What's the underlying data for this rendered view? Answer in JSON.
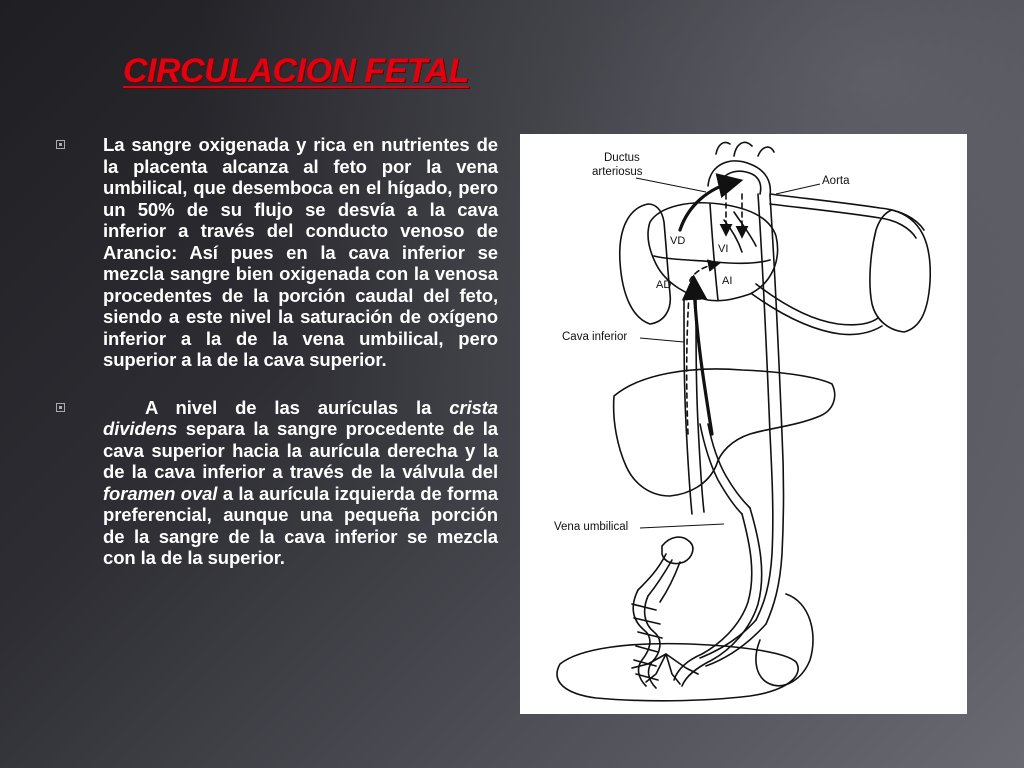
{
  "slide": {
    "title": "CIRCULACION FETAL",
    "bullets": [
      {
        "text": "La sangre oxigenada y rica en nutrientes de la placenta alcanza al feto por la vena umbilical, que desemboca en el hígado, pero un 50% de su flujo se desvía a la cava inferior a través del conducto venoso de Arancio: Así pues en la cava inferior se mezcla sangre bien oxigenada con la venosa procedentes de la porción caudal del feto, siendo a este nivel la saturación de oxígeno inferior a la de la vena umbilical, pero superior a la de la cava superior."
      },
      {
        "segments": [
          "A nivel de las aurículas la ",
          "crista dividens",
          " separa la sangre procedente de la cava superior hacia la aurícula derecha y la de la cava inferior a través de la válvula del ",
          "foramen oval",
          " a la aurícula izquierda de forma preferencial, aunque una pequeña porción de la sangre de la cava inferior se mezcla con la de la superior."
        ]
      }
    ]
  },
  "figure": {
    "labels": {
      "ductus_line1": "Ductus",
      "ductus_line2": "arteriosus",
      "aorta": "Aorta",
      "vd": "VD",
      "vi": "VI",
      "ad": "AD",
      "ai": "AI",
      "cava_inferior": "Cava inferior",
      "vena_umbilical": "Vena umbilical"
    }
  },
  "colors": {
    "title": "#e3000f",
    "body_text": "#ffffff",
    "figure_background": "#ffffff"
  },
  "icons": {
    "bullet": "square-bullet-icon"
  }
}
